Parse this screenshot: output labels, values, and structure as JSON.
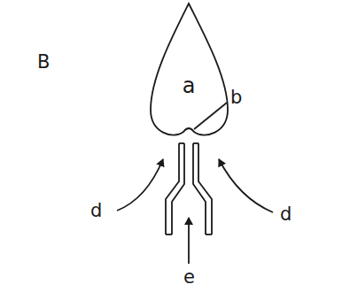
{
  "diagram": {
    "nodes": [
      {
        "text": [
          "a"
        ]
      }
    ],
    "labels": [
      "B",
      "b",
      "d",
      "d",
      "e"
    ]
  }
}
